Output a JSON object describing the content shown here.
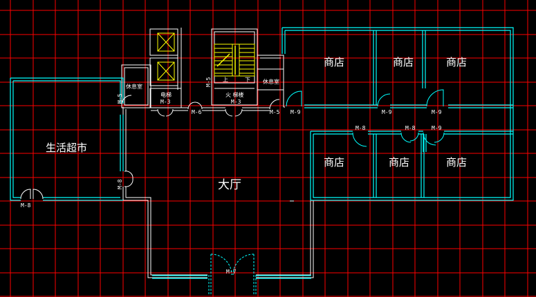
{
  "rooms": {
    "supermarket": "生活超市",
    "hall": "大厅",
    "shop": "商店",
    "rest_left": "休息室",
    "rest_right": "休息室",
    "elevator": "电梯",
    "fire_stair": "火 梯楼",
    "stair_up": "上",
    "stair_down": "下"
  },
  "door_tags": {
    "m3_left": "M-3",
    "m3_right": "M-3",
    "m6": "M-6",
    "m5": "M-5",
    "m9_a": "M-9",
    "m9_b": "M-9",
    "m9_c": "M-9",
    "m8_a": "M-8",
    "m8_b": "M-8",
    "m9_d": "M-9",
    "m8_left": "M-8",
    "m8_vert": "M-8",
    "m7": "M-7",
    "m5_vert_left": "M-5",
    "m5_vert_stair": "M-5"
  },
  "colors": {
    "background": "#000000",
    "grid": "#ff0000",
    "outer_wall": "#00ffff",
    "inner_wall": "#ffffff",
    "stair": "#ffff00",
    "elevator_x": "#ffff00"
  }
}
